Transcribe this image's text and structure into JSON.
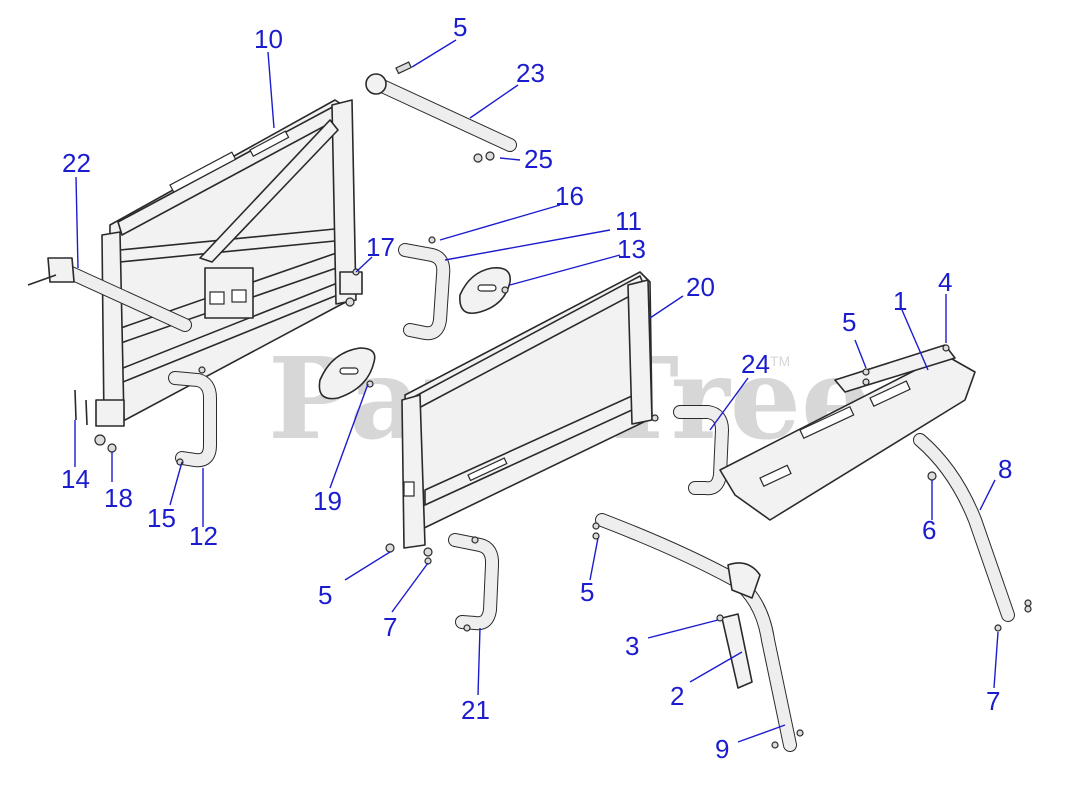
{
  "watermark": {
    "text": "PartsTree",
    "trademark": "TM"
  },
  "callouts": [
    "1",
    "2",
    "3",
    "4",
    "5",
    "5",
    "5",
    "5",
    "6",
    "7",
    "7",
    "8",
    "9",
    "10",
    "11",
    "12",
    "13",
    "14",
    "15",
    "16",
    "17",
    "18",
    "19",
    "20",
    "21",
    "22",
    "23",
    "24",
    "25"
  ]
}
